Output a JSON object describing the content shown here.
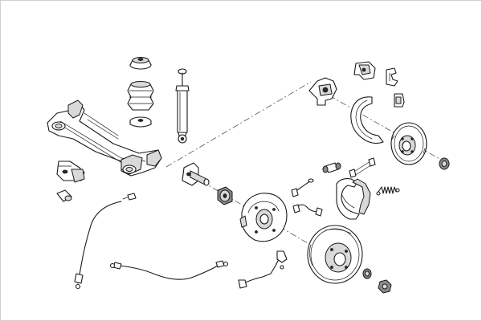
{
  "diagram": {
    "parts": [
      {
        "id": "rear-axle-beam",
        "icon": "axle-beam-icon"
      },
      {
        "id": "spring-top-mount",
        "icon": "top-mount-icon"
      },
      {
        "id": "bump-stop-boot",
        "icon": "bellows-icon"
      },
      {
        "id": "spring-seat",
        "icon": "seat-icon"
      },
      {
        "id": "shock-absorber",
        "icon": "shock-absorber-icon"
      },
      {
        "id": "axle-mounting-bracket",
        "icon": "bracket-icon"
      },
      {
        "id": "rubber-bushing",
        "icon": "bushing-icon"
      },
      {
        "id": "parking-brake-cable-left",
        "icon": "cable-icon"
      },
      {
        "id": "parking-brake-cable-right",
        "icon": "cable-icon"
      },
      {
        "id": "stub-axle",
        "icon": "stub-axle-icon"
      },
      {
        "id": "silent-block",
        "icon": "silent-block-icon"
      },
      {
        "id": "wheel-bearing-housing",
        "icon": "bearing-housing-icon"
      },
      {
        "id": "brake-caliper",
        "icon": "caliper-icon"
      },
      {
        "id": "caliper-bracket",
        "icon": "bracket-icon"
      },
      {
        "id": "brake-pad-clip",
        "icon": "clip-icon"
      },
      {
        "id": "disc-splash-shield",
        "icon": "splash-shield-icon"
      },
      {
        "id": "brake-disc",
        "icon": "brake-disc-icon"
      },
      {
        "id": "hub-cap-nut",
        "icon": "hub-nut-icon"
      },
      {
        "id": "wheel-cylinder",
        "icon": "wheel-cylinder-icon"
      },
      {
        "id": "pad-wear-sensor",
        "icon": "sensor-icon"
      },
      {
        "id": "adjuster-rod",
        "icon": "adjuster-icon"
      },
      {
        "id": "return-spring",
        "icon": "spring-icon"
      },
      {
        "id": "brake-shoe-set",
        "icon": "brake-shoe-icon"
      },
      {
        "id": "brake-hose",
        "icon": "hose-icon"
      },
      {
        "id": "drum-backing-plate",
        "icon": "backing-plate-icon"
      },
      {
        "id": "brake-drum",
        "icon": "brake-drum-icon"
      },
      {
        "id": "abs-sensor",
        "icon": "abs-sensor-icon"
      },
      {
        "id": "dust-cap",
        "icon": "dust-cap-icon"
      },
      {
        "id": "axle-nut",
        "icon": "nut-icon"
      }
    ],
    "colors": {
      "line": "#1a1a1a",
      "fill": "#ffffff",
      "shade": "#d9d9d9",
      "dark": "#8a8a8a",
      "frame": "#cfcfcf"
    }
  }
}
